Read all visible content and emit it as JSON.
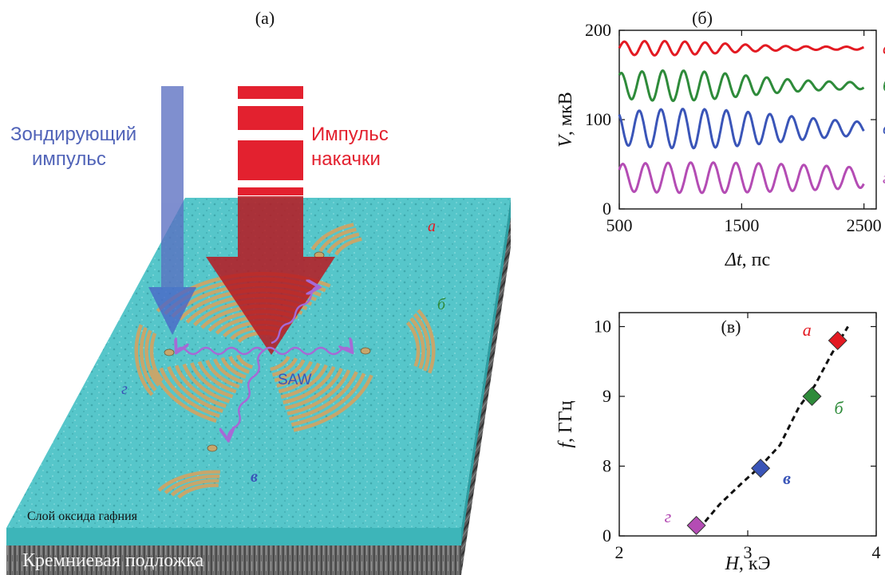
{
  "panel_a": {
    "label": "(а)",
    "probe_label_line1": "Зондирующий",
    "probe_label_line2": "импульс",
    "pump_label_line1": "Импульс",
    "pump_label_line2": "накачки",
    "saw_label": "SAW",
    "oxide_label": "Слой оксида гафния",
    "substrate_label": "Кремниевая подложка",
    "grating_labels": [
      "а",
      "б",
      "в",
      "г"
    ],
    "colors": {
      "probe": "#5b6fc2",
      "pump": "#e3212f",
      "pump_arrow": "#b0181f",
      "oxide": "#4fc4c8",
      "grating": "#c7a66b",
      "saw": "#a66ad6",
      "substrate": "#555555"
    }
  },
  "chart_data": [
    {
      "type": "line",
      "panel_label": "(б)",
      "xlabel_var": "Δt",
      "xlabel_unit": ", пс",
      "ylabel_var": "V",
      "ylabel_unit": ", мкВ",
      "xlim": [
        500,
        2600
      ],
      "ylim": [
        0,
        200
      ],
      "xticks": [
        "500",
        "1500",
        "2500"
      ],
      "yticks": [
        "0",
        "100",
        "200"
      ],
      "series": [
        {
          "name": "а",
          "color": "#e31a22",
          "offset": 180,
          "amp": 8,
          "period": 165,
          "decay": 750,
          "phase": 0.0
        },
        {
          "name": "б",
          "color": "#2e8b3a",
          "offset": 138,
          "amp": 17,
          "period": 170,
          "decay": 850,
          "phase": 1.0
        },
        {
          "name": "в",
          "color": "#3a55b8",
          "offset": 90,
          "amp": 22,
          "period": 178,
          "decay": 1100,
          "phase": 2.1
        },
        {
          "name": "г",
          "color": "#b44cb4",
          "offset": 35,
          "amp": 17,
          "period": 185,
          "decay": 1800,
          "phase": 0.6
        }
      ]
    },
    {
      "type": "scatter",
      "panel_label": "(в)",
      "xlabel_var": "H",
      "xlabel_unit": ", кЭ",
      "ylabel_var": "f",
      "ylabel_unit": ", ГГц",
      "xlim": [
        2,
        4
      ],
      "ylim": [
        7,
        10
      ],
      "xticks": [
        "2",
        "3",
        "4"
      ],
      "yticks": [
        "0",
        "8",
        "9",
        "10"
      ],
      "points": [
        {
          "label": "а",
          "x": 3.7,
          "y": 9.8,
          "color": "#e31a22"
        },
        {
          "label": "б",
          "x": 3.5,
          "y": 9.0,
          "color": "#2e8b3a"
        },
        {
          "label": "в",
          "x": 3.1,
          "y": 7.97,
          "color": "#3a55b8"
        },
        {
          "label": "г",
          "x": 2.6,
          "y": 7.15,
          "color": "#b44cb4"
        }
      ],
      "fit": {
        "style": "dashed",
        "points": [
          [
            2.62,
            7.1
          ],
          [
            2.78,
            7.45
          ],
          [
            2.95,
            7.75
          ],
          [
            3.1,
            8.0
          ],
          [
            3.25,
            8.3
          ],
          [
            3.4,
            8.85
          ],
          [
            3.52,
            9.15
          ],
          [
            3.65,
            9.6
          ],
          [
            3.78,
            10.0
          ]
        ]
      }
    }
  ]
}
